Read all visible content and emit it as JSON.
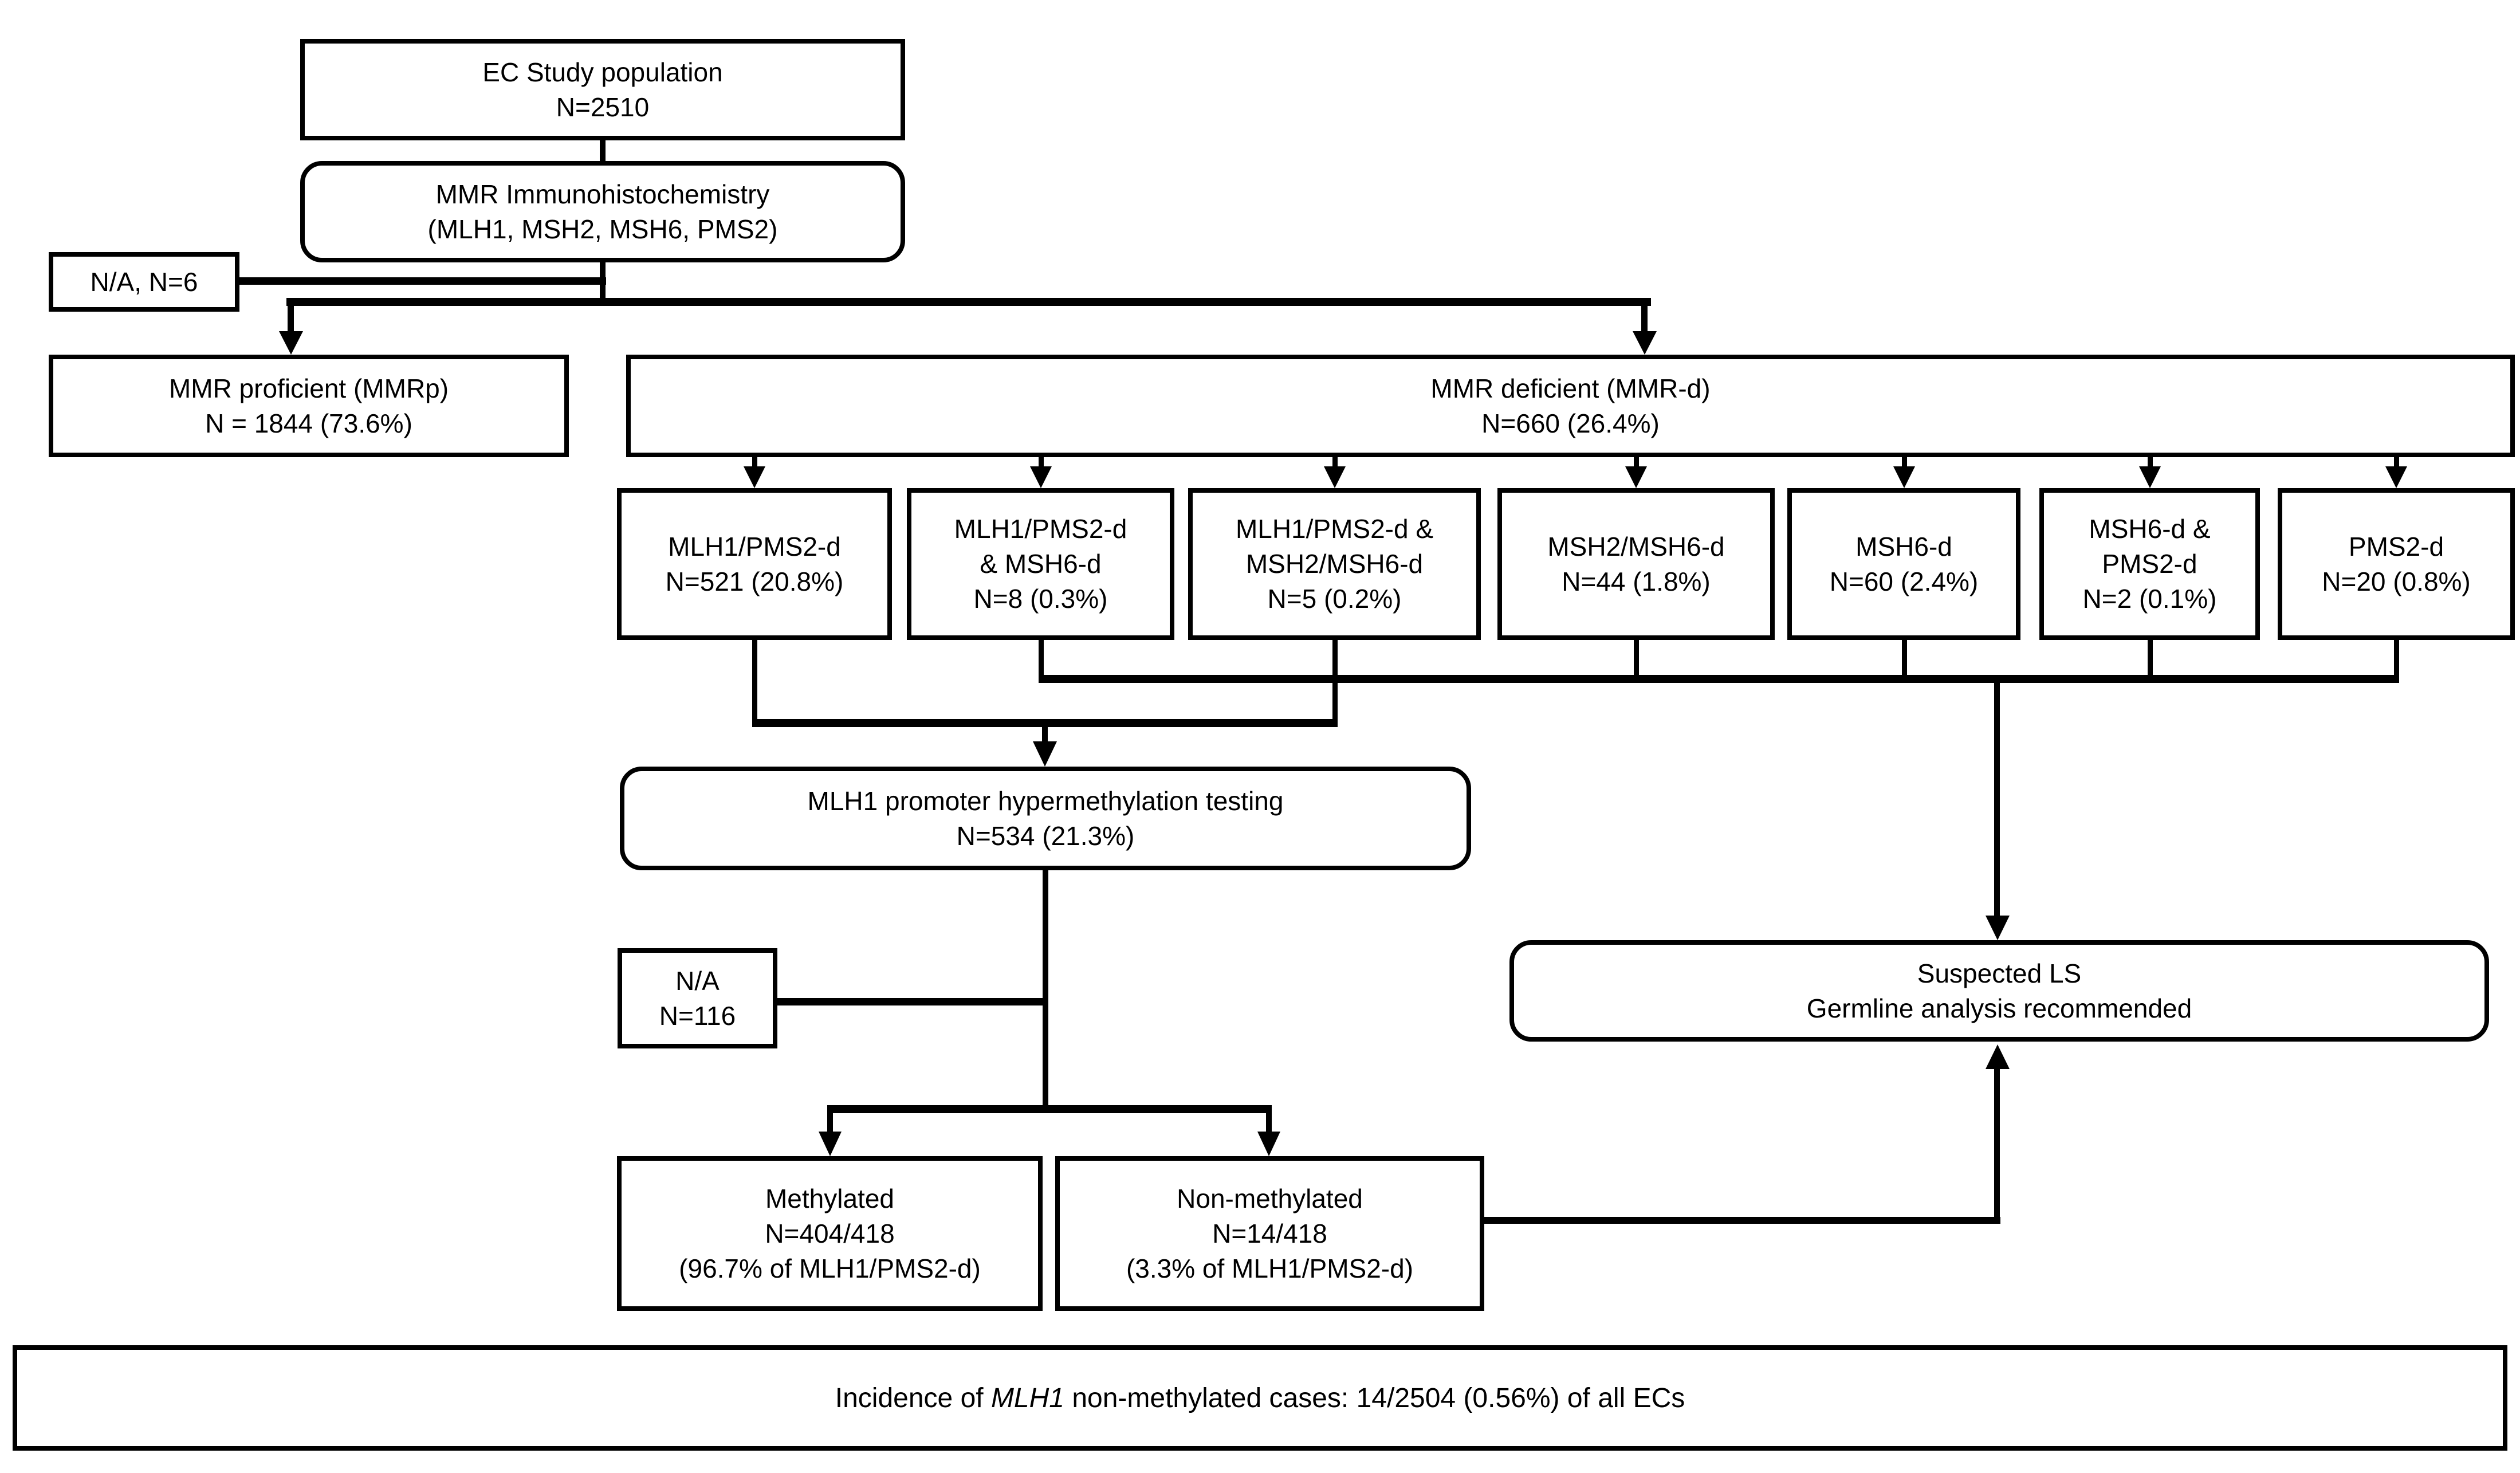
{
  "diagram": {
    "title_hint": "EC MMR testing flowchart",
    "colors": {
      "line": "#000000",
      "background": "#ffffff",
      "box_fill": "#ffffff",
      "text": "#000000"
    },
    "nodes": {
      "ec": {
        "line1": "EC Study population",
        "line2": "N=2510"
      },
      "ihc": {
        "line1": "MMR Immunohistochemistry",
        "line2": "(MLH1, MSH2, MSH6, PMS2)"
      },
      "na6": {
        "line1": "N/A, N=6"
      },
      "mmrp": {
        "line1": "MMR proficient (MMRp)",
        "line2": "N = 1844 (73.6%)"
      },
      "mmrd": {
        "line1": "MMR deficient (MMR-d)",
        "line2": "N=660 (26.4%)"
      },
      "sub1": {
        "line1": "MLH1/PMS2-d",
        "line2": "N=521 (20.8%)"
      },
      "sub2": {
        "line1": "MLH1/PMS2-d",
        "line2": "& MSH6-d",
        "line3": "N=8 (0.3%)"
      },
      "sub3": {
        "line1": "MLH1/PMS2-d &",
        "line2": "MSH2/MSH6-d",
        "line3": "N=5 (0.2%)"
      },
      "sub4": {
        "line1": "MSH2/MSH6-d",
        "line2": "N=44 (1.8%)"
      },
      "sub5": {
        "line1": "MSH6-d",
        "line2": "N=60 (2.4%)"
      },
      "sub6": {
        "line1": "MSH6-d &",
        "line2": "PMS2-d",
        "line3": "N=2 (0.1%)"
      },
      "sub7": {
        "line1": "PMS2-d",
        "line2": "N=20 (0.8%)"
      },
      "mlh1t": {
        "line1": "MLH1 promoter hypermethylation testing",
        "line2": "N=534 (21.3%)"
      },
      "na116": {
        "line1": "N/A",
        "line2": "N=116"
      },
      "meth": {
        "line1": "Methylated",
        "line2": "N=404/418",
        "line3": "(96.7% of MLH1/PMS2-d)"
      },
      "nonmeth": {
        "line1": "Non-methylated",
        "line2": "N=14/418",
        "line3": "(3.3% of MLH1/PMS2-d)"
      },
      "ls": {
        "line1": "Suspected LS",
        "line2": "Germline analysis recommended"
      }
    },
    "banner": {
      "prefix": "Incidence of ",
      "gene": "MLH1",
      "suffix": " non-methylated cases: 14/2504 (0.56%) of all ECs"
    }
  }
}
